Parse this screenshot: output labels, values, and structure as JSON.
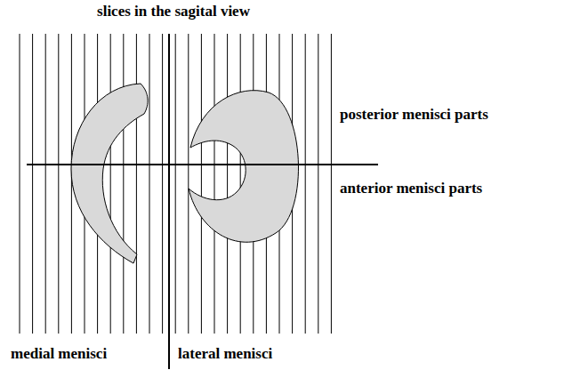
{
  "diagram": {
    "title": "slices in the sagital view",
    "labels": [
      "posterior menisci parts",
      "anterior menisci parts",
      "medial menisci",
      "lateral menisci"
    ]
  }
}
